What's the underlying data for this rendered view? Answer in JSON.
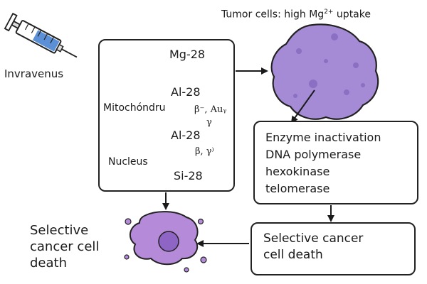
{
  "labels": {
    "injection": "Invravenus",
    "tumor_prefix": "Tumor cells: high Mg",
    "tumor_sup": "2+",
    "tumor_suffix": " uptake",
    "mitochondria": "Mitochóndru",
    "nucleus": "Nucleus"
  },
  "decay_chain": {
    "mg28": "Mg-28",
    "al28_first": "Al-28",
    "al28_second": "Al-28",
    "si28": "Si-28",
    "decay_step1": "β⁻, Auᵧ",
    "decay_step1_gamma": "γ",
    "decay_step2": "β, γ⁾"
  },
  "enzyme_box": {
    "items": [
      "Enzyme inactivation",
      "DNA polymerase",
      "hexokinase",
      "telomerase"
    ]
  },
  "death_box": {
    "line1": "Selective cancer",
    "line2": "cell death"
  },
  "left_death_label": {
    "line1": "Selective",
    "line2": "cancer cell",
    "line3": "death"
  },
  "colors": {
    "tumor_cell": "#a58bd6",
    "dying_cell": "#b48ad9",
    "nucleus_fill": "#b9d6f0",
    "mitochondria_fill": "#f4c96a",
    "syringe_liquid": "#5b8fd6"
  }
}
